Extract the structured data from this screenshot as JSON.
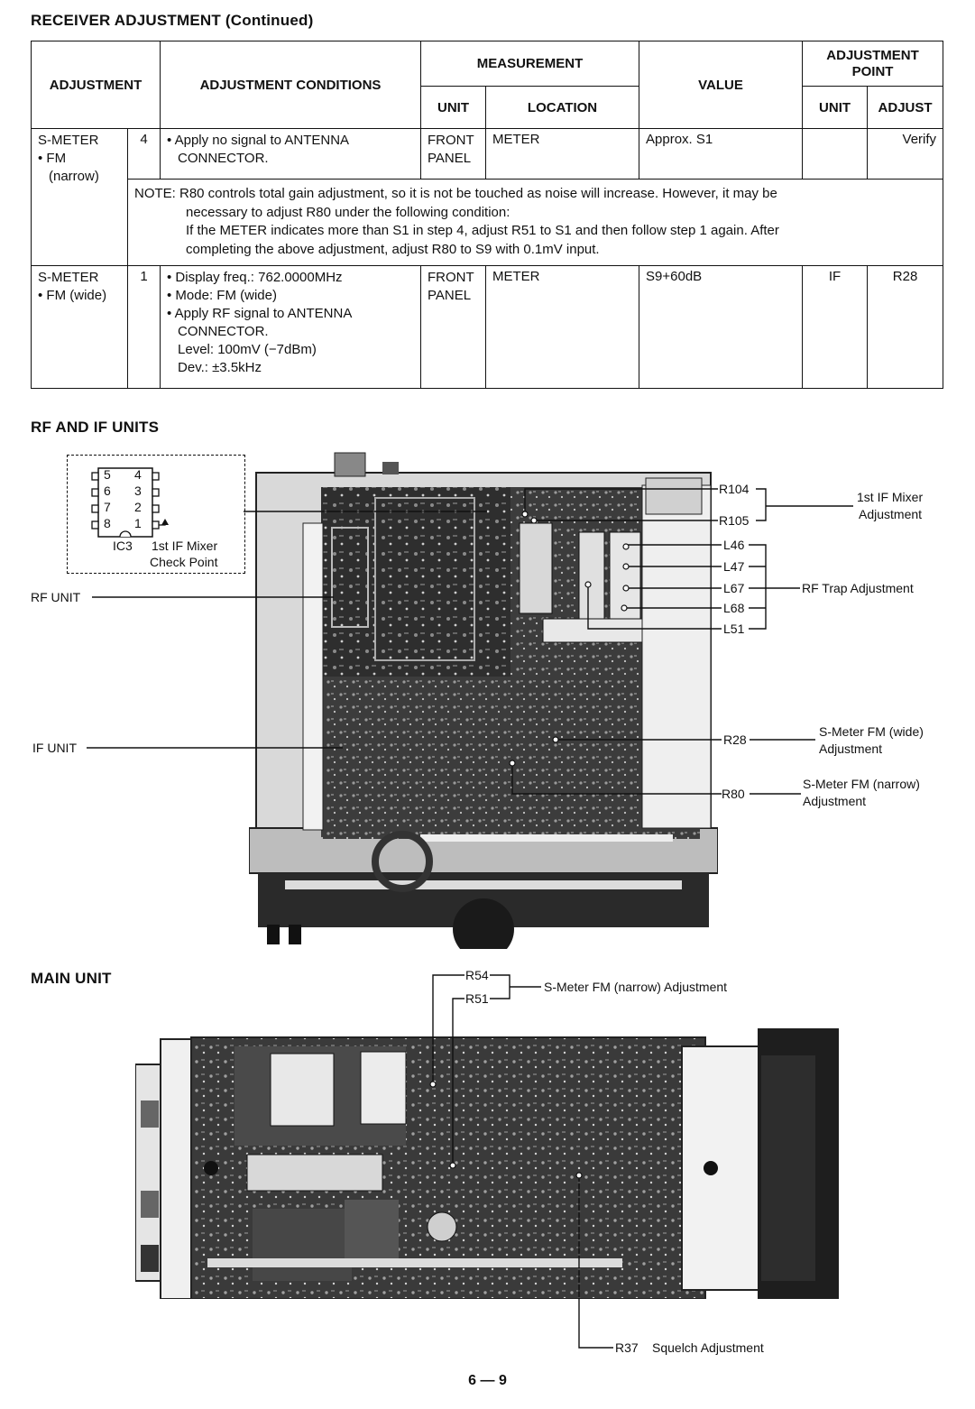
{
  "page_title": "RECEIVER ADJUSTMENT (Continued)",
  "table": {
    "headers": {
      "adjustment": "ADJUSTMENT",
      "conditions": "ADJUSTMENT CONDITIONS",
      "measurement": "MEASUREMENT",
      "meas_unit": "UNIT",
      "meas_location": "LOCATION",
      "value": "VALUE",
      "adj_point": "ADJUSTMENT POINT",
      "adj_unit": "UNIT",
      "adj_adjust": "ADJUST"
    },
    "row1": {
      "adjustment_line1": "S-METER",
      "adjustment_line2": "• FM",
      "adjustment_line3": "(narrow)",
      "step": "4",
      "condition_line1": "• Apply no signal to ANTENNA",
      "condition_line2": "CONNECTOR.",
      "unit_line1": "FRONT",
      "unit_line2": "PANEL",
      "location": "METER",
      "value": "Approx. S1",
      "adj_unit": "",
      "adjust": "Verify"
    },
    "note": {
      "line1": "NOTE: R80 controls total gain adjustment, so it is not be touched as noise will increase.   However, it may be",
      "line2": "necessary to adjust R80 under the following condition:",
      "line3": "If the METER indicates more than S1 in step 4, adjust R51 to S1 and then follow step 1 again.   After",
      "line4": "completing the above adjustment, adjust R80 to S9 with 0.1mV input."
    },
    "row2": {
      "adjustment_line1": "S-METER",
      "adjustment_line2": "• FM (wide)",
      "step": "1",
      "condition_line1": "• Display freq.: 762.0000MHz",
      "condition_line2": "• Mode: FM (wide)",
      "condition_line3": "• Apply RF signal to ANTENNA",
      "condition_line4": "CONNECTOR.",
      "condition_line5": "Level: 100mV (−7dBm)",
      "condition_line6": "Dev.:  ±3.5kHz",
      "unit_line1": "FRONT",
      "unit_line2": "PANEL",
      "location": "METER",
      "value": "S9+60dB",
      "adj_unit": "IF",
      "adjust": "R28"
    }
  },
  "rf_if": {
    "heading": "RF AND IF UNITS",
    "ic": {
      "pins": [
        "5",
        "4",
        "6",
        "3",
        "7",
        "2",
        "8",
        "1"
      ],
      "name": "IC3",
      "check_line1": "1st IF Mixer",
      "check_line2": "Check Point"
    },
    "rf_unit_label": "RF UNIT",
    "if_unit_label": "IF UNIT",
    "parts": {
      "r104": "R104",
      "r105": "R105",
      "l46": "L46",
      "l47": "L47",
      "l67": "L67",
      "l68": "L68",
      "l51": "L51",
      "r28": "R28",
      "r80": "R80"
    },
    "callouts": {
      "mixer_line1": "1st IF Mixer",
      "mixer_line2": "Adjustment",
      "rf_trap": "RF Trap Adjustment",
      "smeter_wide_line1": "S-Meter FM (wide)",
      "smeter_wide_line2": "Adjustment",
      "smeter_narrow_line1": "S-Meter FM (narrow)",
      "smeter_narrow_line2": "Adjustment"
    }
  },
  "main_unit": {
    "heading": "MAIN UNIT",
    "r54": "R54",
    "r51": "R51",
    "smeter_narrow": "S-Meter FM (narrow) Adjustment",
    "r37": "R37",
    "squelch": "Squelch Adjustment"
  },
  "page_number": "6 — 9"
}
